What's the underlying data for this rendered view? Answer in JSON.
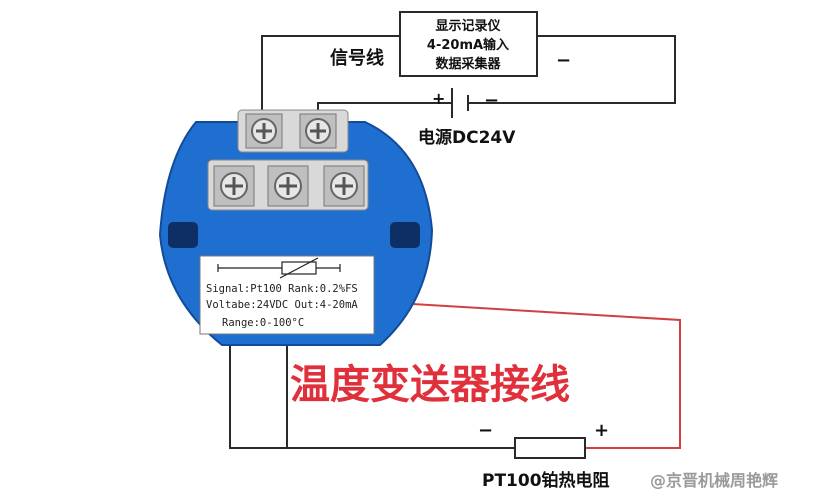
{
  "recorder_box": {
    "line1": "显示记录仪",
    "line2": "4-20mA输入",
    "line3": "数据采集器",
    "minus": "−"
  },
  "signal_line_label": "信号线",
  "power": {
    "plus": "+",
    "minus": "−",
    "label": "电源DC24V"
  },
  "nameplate": {
    "line1": "Signal:Pt100 Rank:0.2%FS",
    "line2": "Voltabe:24VDC Out:4-20mA",
    "line3": "Range:0-100°C"
  },
  "title": "温度变送器接线",
  "rtd": {
    "minus": "−",
    "plus": "+",
    "label": "PT100铂热电阻"
  },
  "watermark": "@京晋机械周艳辉",
  "colors": {
    "module_blue": "#1f6fd0",
    "module_dark": "#134a9a",
    "title_red": "#e0303c",
    "wire_red": "#d04040",
    "wire_black": "#2a2a2a"
  }
}
